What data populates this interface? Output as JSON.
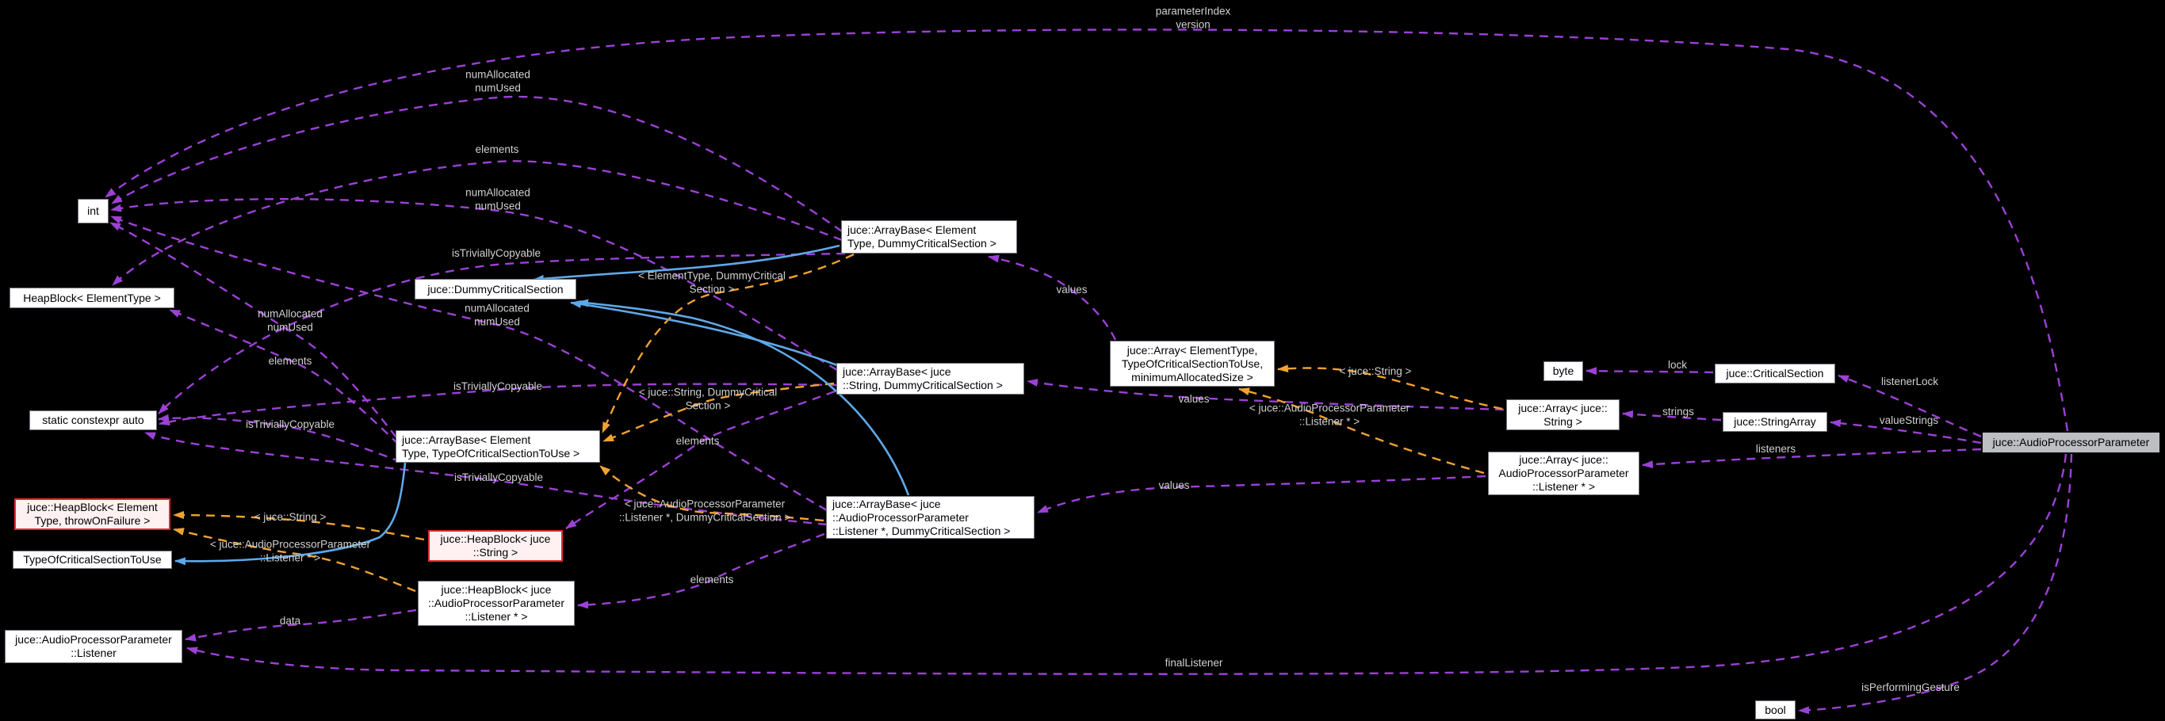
{
  "diagram": {
    "type": "doxygen-collaboration-graph",
    "subject": "juce::AudioProcessorParameter",
    "colors": {
      "background": "#000000",
      "node_fill": "#ffffff",
      "node_border": "#72767e",
      "node_text": "#000000",
      "highlight_node_fill": "#bcbec2",
      "truncated_node_border": "#e42a2a",
      "truncated_node_fill": "#fff1f1",
      "usage_edge": "#9c41d6",
      "template_edge": "#f0a231",
      "inheritance_edge": "#5fa8e8",
      "edge_label_text": "#d0d0d0"
    },
    "nodes": {
      "int": {
        "label": "int"
      },
      "heapblock_et": {
        "label": "HeapBlock< ElementType >"
      },
      "static_auto": {
        "label": "static constexpr auto"
      },
      "heapblock_generic": {
        "label": "juce::HeapBlock< Element\nType, throwOnFailure >"
      },
      "tocstu": {
        "label": "TypeOfCriticalSectionToUse"
      },
      "app_listener": {
        "label": "juce::AudioProcessorParameter\n::Listener"
      },
      "dummycs": {
        "label": "juce::DummyCriticalSection"
      },
      "arraybase_generic": {
        "label": "juce::ArrayBase< Element\nType, TypeOfCriticalSectionToUse >"
      },
      "heapblock_string": {
        "label": "juce::HeapBlock< juce\n::String >"
      },
      "heapblock_listener": {
        "label": "juce::HeapBlock< juce\n::AudioProcessorParameter\n::Listener * >"
      },
      "arraybase_et": {
        "label": "juce::ArrayBase< Element\nType, DummyCriticalSection >"
      },
      "arraybase_string": {
        "label": "juce::ArrayBase< juce\n::String, DummyCriticalSection >"
      },
      "arraybase_listener": {
        "label": "juce::ArrayBase< juce\n::AudioProcessorParameter\n::Listener *, DummyCriticalSection >"
      },
      "array_generic": {
        "label": "juce::Array< ElementType,\nTypeOfCriticalSectionToUse,\nminimumAllocatedSize >"
      },
      "byte": {
        "label": "byte"
      },
      "criticalsection": {
        "label": "juce::CriticalSection"
      },
      "array_string": {
        "label": "juce::Array< juce::\nString >"
      },
      "stringarray": {
        "label": "juce::StringArray"
      },
      "array_listener": {
        "label": "juce::Array< juce::\nAudioProcessorParameter\n::Listener * >"
      },
      "app": {
        "label": "juce::AudioProcessorParameter"
      },
      "bool": {
        "label": "bool"
      }
    },
    "edge_labels": {
      "parameterindex": {
        "text": "parameterIndex\nversion"
      },
      "numallocated_et": {
        "text": "numAllocated\nnumUsed"
      },
      "elements_et": {
        "text": "elements"
      },
      "numallocated_string": {
        "text": "numAllocated\nnumUsed"
      },
      "istc_et": {
        "text": "isTriviallyCopyable"
      },
      "numallocated_listener": {
        "text": "numAllocated\nnumUsed"
      },
      "numallocated_generic": {
        "text": "numAllocated\nnumUsed"
      },
      "elements_generic": {
        "text": "elements"
      },
      "tmpl_arraybase_et": {
        "text": "< ElementType, DummyCritical\nSection >"
      },
      "istc_string": {
        "text": "isTriviallyCopyable"
      },
      "tmpl_arraybase_string": {
        "text": "< juce::String, DummyCritical\nSection >"
      },
      "istc_generic": {
        "text": "isTriviallyCopyable"
      },
      "elements_string": {
        "text": "elements"
      },
      "istc_listener": {
        "text": "isTriviallyCopyable"
      },
      "tmpl_arraybase_listener": {
        "text": "< juce::AudioProcessorParameter\n::Listener *, DummyCriticalSection >"
      },
      "tmpl_heapblock_string": {
        "text": "< juce::String >"
      },
      "tmpl_heapblock_listener": {
        "text": "< juce::AudioProcessorParameter\n::Listener * >"
      },
      "elements_listener": {
        "text": "elements"
      },
      "data": {
        "text": "data"
      },
      "values_et": {
        "text": "values"
      },
      "values_string": {
        "text": "values"
      },
      "values_listener": {
        "text": "values"
      },
      "tmpl_array_string": {
        "text": "< juce::String >"
      },
      "tmpl_array_listener": {
        "text": "< juce::AudioProcessorParameter\n::Listener * >"
      },
      "lock": {
        "text": "lock"
      },
      "strings": {
        "text": "strings"
      },
      "listenerlock": {
        "text": "listenerLock"
      },
      "valuestrings": {
        "text": "valueStrings"
      },
      "listeners": {
        "text": "listeners"
      },
      "finallistener": {
        "text": "finalListener"
      },
      "isperforminggesture": {
        "text": "isPerformingGesture"
      }
    }
  }
}
